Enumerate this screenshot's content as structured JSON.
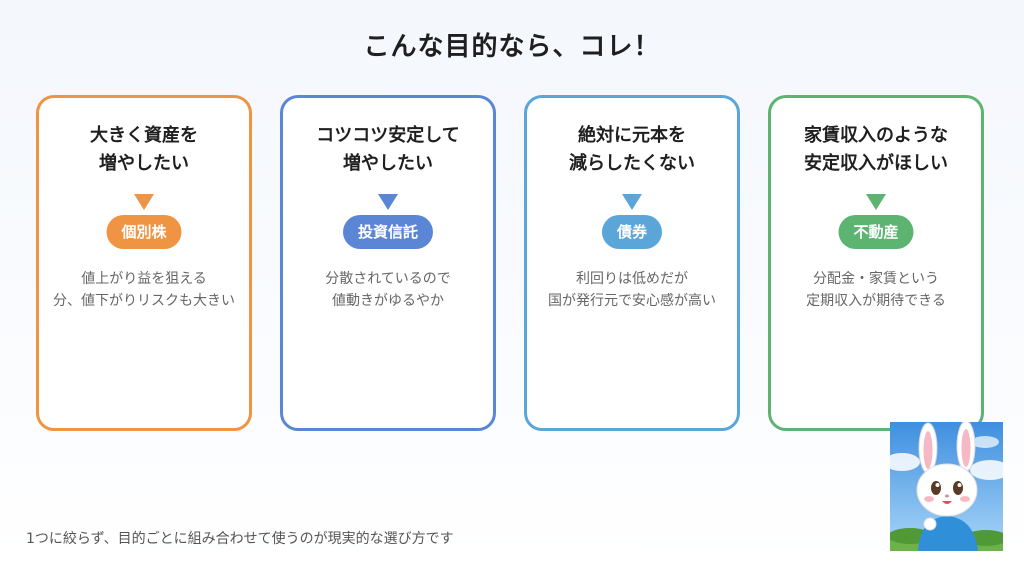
{
  "title": "こんな目的なら、コレ！",
  "cards": [
    {
      "heading": "大きく資産を\n増やしたい",
      "tag": "個別株",
      "description": "値上がり益を狙える\n分、値下がりリスクも大きい",
      "color": "#ef9442"
    },
    {
      "heading": "コツコツ安定して\n増やしたい",
      "tag": "投資信託",
      "description": "分散されているので\n値動きがゆるやか",
      "color": "#5b86d6"
    },
    {
      "heading": "絶対に元本を\n減らしたくない",
      "tag": "債券",
      "description": "利回りは低めだが\n国が発行元で安心感が高い",
      "color": "#5aa6d8"
    },
    {
      "heading": "家賃収入のような\n安定収入がほしい",
      "tag": "不動産",
      "description": "分配金・家賃という\n定期収入が期待できる",
      "color": "#5cb470"
    }
  ],
  "footer": "1つに絞らず、目的ごとに組み合わせて使うのが現実的な選び方です",
  "mascot_icon": "rabbit-mascot-icon"
}
